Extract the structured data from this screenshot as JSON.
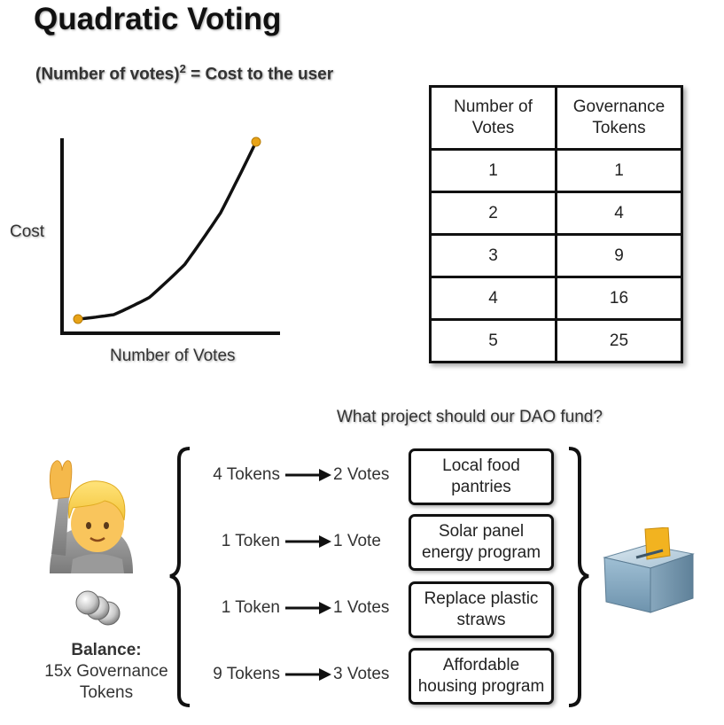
{
  "title": "Quadratic Voting",
  "formula": {
    "left": "(Number of votes)",
    "exponent": "2",
    "right": "= Cost to the user"
  },
  "chart_data": {
    "type": "line",
    "title": "",
    "xlabel": "Number of Votes",
    "ylabel": "Cost",
    "x": [
      0,
      1,
      2,
      3,
      4,
      5
    ],
    "y": [
      0,
      1,
      4,
      9,
      16,
      25
    ],
    "markers": "endpoints",
    "marker_color": "#e8a317"
  },
  "table": {
    "headers": [
      "Number of\nVotes",
      "Governance\nTokens"
    ],
    "rows": [
      [
        "1",
        "1"
      ],
      [
        "2",
        "4"
      ],
      [
        "3",
        "9"
      ],
      [
        "4",
        "16"
      ],
      [
        "5",
        "25"
      ]
    ]
  },
  "question": "What project should our DAO fund?",
  "allocations": [
    {
      "tokens": "4 Tokens",
      "votes": "2 Votes",
      "project": "Local food pantries"
    },
    {
      "tokens": "1 Token",
      "votes": "1 Vote",
      "project": "Solar panel energy program"
    },
    {
      "tokens": "1 Token",
      "votes": "1 Votes",
      "project": "Replace plastic straws"
    },
    {
      "tokens": "9 Tokens",
      "votes": "3 Votes",
      "project": "Affordable housing program"
    }
  ],
  "balance": {
    "label": "Balance:",
    "value": "15x Governance Tokens"
  },
  "icons": {
    "voter": "raised-hand-person-icon",
    "coins": "coin-stack-icon",
    "ballot": "ballot-box-icon"
  },
  "colors": {
    "marker": "#e8a317",
    "ballot_paper": "#f2b320",
    "ballot_box": "#8fb3c9"
  }
}
